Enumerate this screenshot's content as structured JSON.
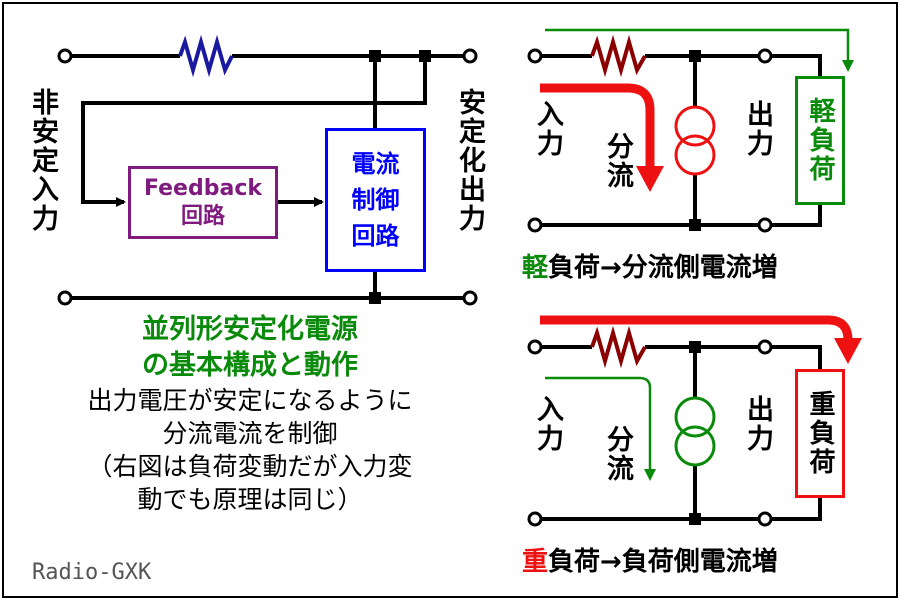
{
  "colors": {
    "wire": "#000000",
    "resistor_left": "#1a1aa0",
    "resistor_right": "#8b0000",
    "feedback": "#7f1a7f",
    "control": "#0000ff",
    "green": "#0a8a0a",
    "red": "#ee1111"
  },
  "left": {
    "input_label": "非安定入力",
    "output_label": "安定化出力",
    "feedback_box": {
      "line1": "Feedback",
      "line2": "回路"
    },
    "control_box": {
      "line1": "電流",
      "line2": "制御",
      "line3": "回路"
    },
    "caption": {
      "title_line1": "並列形安定化電源",
      "title_line2": "の基本構成と動作",
      "line1": "出力電圧が安定になるように",
      "line2": "分流電流を制御",
      "line3": "（右図は負荷変動だが入力変",
      "line4": "動でも原理は同じ）"
    },
    "credit": "Radio-GXK"
  },
  "top_right": {
    "input_label": "入力",
    "shunt_label": "分流",
    "output_label": "出力",
    "load_label": "軽負荷",
    "note_highlight": "軽",
    "note_rest": "負荷→分流側電流増"
  },
  "bottom_right": {
    "input_label": "入力",
    "shunt_label": "分流",
    "output_label": "出力",
    "load_label": "重負荷",
    "note_highlight": "重",
    "note_rest": "負荷→負荷側電流増"
  }
}
